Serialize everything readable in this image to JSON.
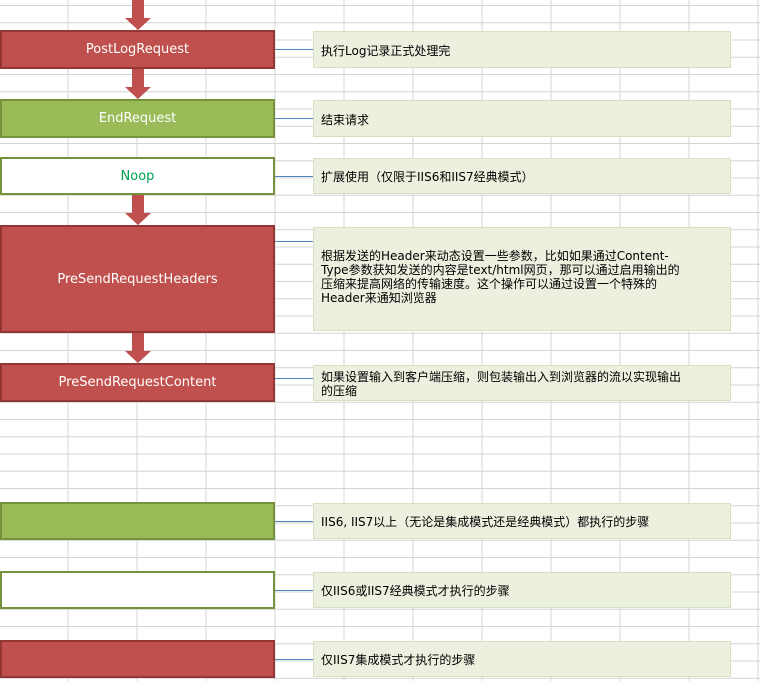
{
  "stages": [
    {
      "id": "postlogrequest",
      "label": "PostLogRequest",
      "style": "red",
      "description": "执行Log记录正式处理完"
    },
    {
      "id": "endrequest",
      "label": "EndRequest",
      "style": "green",
      "description": "结束请求"
    },
    {
      "id": "noop",
      "label": "Noop",
      "style": "white",
      "description": "扩展使用（仅限于IIS6和IIS7经典模式）"
    },
    {
      "id": "presendrequestheaders",
      "label": "PreSendRequestHeaders",
      "style": "red",
      "description_lines": [
        "根据发送的Header来动态设置一些参数，比如如果通过Content-",
        "Type参数获知发送的内容是text/html网页，那可以通过启用输出的",
        "压缩来提高网络的传输速度。这个操作可以通过设置一个特殊的",
        "Header来通知浏览器"
      ]
    },
    {
      "id": "presendrequestcontent",
      "label": "PreSendRequestContent",
      "style": "red",
      "description_lines": [
        "如果设置输入到客户端压缩，则包装输出入到浏览器的流以实现输出",
        "的压缩"
      ]
    }
  ],
  "legend": [
    {
      "style": "green",
      "description": "IIS6, IIS7以上（无论是集成模式还是经典模式）都执行的步骤"
    },
    {
      "style": "white",
      "description": "仅IIS6或IIS7经典模式才执行的步骤"
    },
    {
      "style": "red",
      "description": "仅IIS7集成模式才执行的步骤"
    }
  ],
  "colors": {
    "red_fill": "#c0504d",
    "red_border": "#943634",
    "green_fill": "#9bbb59",
    "green_border": "#76923c",
    "white_text": "#00a050",
    "note_fill": "#ebf1de",
    "connector": "#4f81bd",
    "grid": "#d4d4d4"
  }
}
